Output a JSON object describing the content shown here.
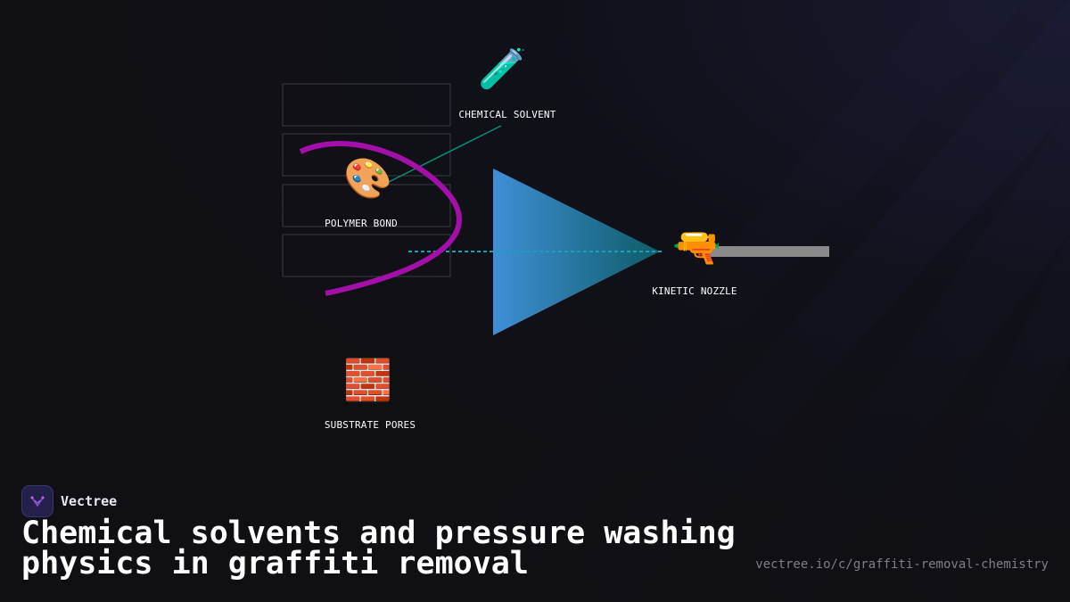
{
  "diagram": {
    "nodes": {
      "chemical_solvent": {
        "icon": "🧪",
        "label": "CHEMICAL SOLVENT"
      },
      "polymer_bond": {
        "icon": "🎨",
        "label": "POLYMER BOND"
      },
      "kinetic_nozzle": {
        "icon": "🔫",
        "label": "KINETIC NOZZLE"
      },
      "substrate_pores": {
        "icon": "🧱",
        "label": "SUBSTRATE PORES"
      }
    },
    "colors": {
      "graffiti_stroke": "#a30fa8",
      "solvent_line": "#0f8a78",
      "spray_start": "#3f8fd8",
      "spray_end": "#0f5c66",
      "jet_line": "#1aa0b8",
      "nozzle_barrel": "#8a8a8a",
      "wall_outline": "#3a3a42"
    }
  },
  "footer": {
    "brand": "Vectree",
    "headline": "Chemical solvents and pressure washing physics in graffiti removal",
    "url": "vectree.io/c/graffiti-removal-chemistry"
  }
}
